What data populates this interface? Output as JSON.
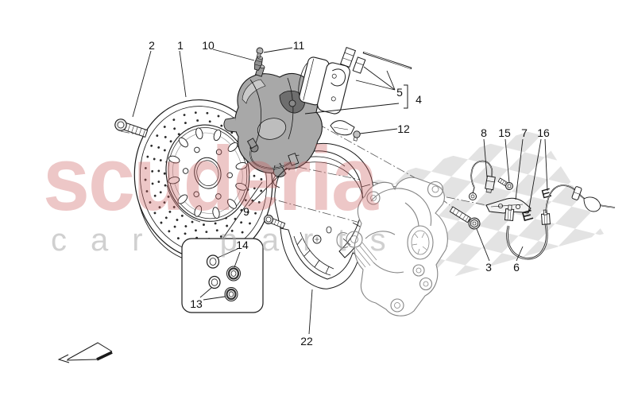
{
  "watermark": {
    "brand": "scuderia",
    "sub": "car parts"
  },
  "callouts": {
    "n1": "1",
    "n2": "2",
    "n3": "3",
    "n4": "4",
    "n5": "5",
    "n6": "6",
    "n7": "7",
    "n8": "8",
    "n9": "9",
    "n10": "10",
    "n11": "11",
    "n12": "12",
    "n13": "13",
    "n14": "14",
    "n15": "15",
    "n16": "16",
    "n22": "22"
  },
  "colors": {
    "background": "#ffffff",
    "line_art": "#1a1a1a",
    "knuckle_line": "#858585",
    "caliper_fill": "#a8a8a8",
    "watermark_red": "rgba(206,100,100,0.36)",
    "watermark_gray": "#c9c9c9",
    "checker_gray": "#dcdcdc"
  }
}
